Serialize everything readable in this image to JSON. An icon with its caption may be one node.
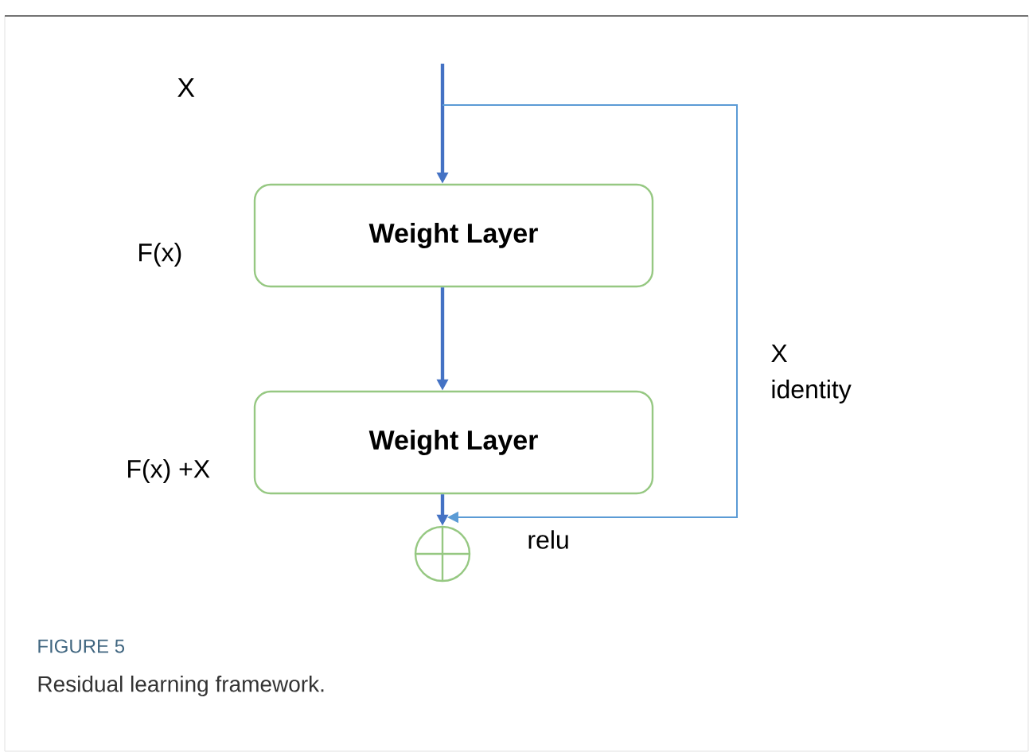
{
  "diagram": {
    "caption": "Residual learning framework.",
    "nodes": [
      {
        "text": [
          "Weight Layer"
        ]
      },
      {
        "text": [
          "Weight Layer"
        ]
      },
      {
        "text": [],
        "shape": "circle"
      }
    ],
    "edges": [
      {
        "from": null,
        "to": 0,
        "arrow": "to"
      },
      {
        "from": 0,
        "to": 1,
        "arrow": "to"
      },
      {
        "from": 1,
        "to": 2,
        "arrow": "to"
      },
      {
        "from": null,
        "to": 2,
        "arrow": "to",
        "color": "#5b9bd5"
      }
    ],
    "labels": [
      "X",
      "F(x)",
      "F(x) +X",
      "X",
      "identity",
      "relu",
      "FIGURE 5"
    ]
  }
}
